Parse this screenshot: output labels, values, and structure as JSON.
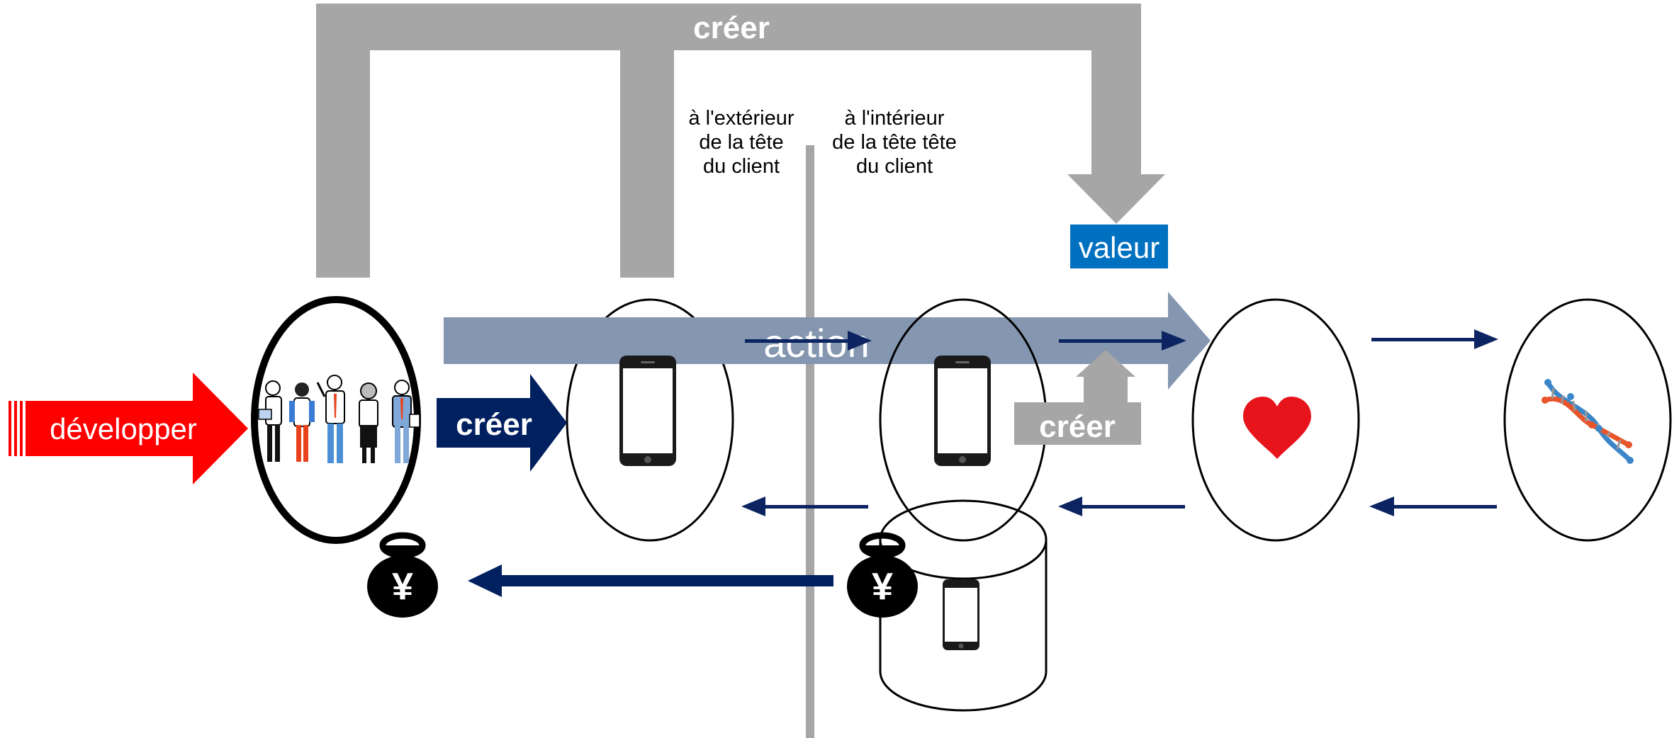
{
  "labels": {
    "creer_top": "créer",
    "outside": [
      "à l'extérieur",
      "de la tête",
      "du client"
    ],
    "inside": [
      "à l'intérieur",
      "de la tête tête",
      "du client"
    ],
    "valeur": "valeur",
    "action": "action",
    "developper": "développer",
    "creer_navy": "créer",
    "creer_gray": "créer",
    "yen_symbol": "¥"
  },
  "colors": {
    "gray": "#a6a6a6",
    "navy": "#002060",
    "navy_thin": "#0c2461",
    "red": "#ff0000",
    "action_blue": "#8496b0",
    "valeur_blue": "#0070c0",
    "heart": "#e8141c",
    "divider": "#a6a6a6",
    "bag": "#000000"
  },
  "icons": {
    "people": "team-of-people-icon",
    "phone": "smartphone-icon",
    "heart": "heart-icon",
    "dna": "dna-helix-icon",
    "money_bag": "yen-money-bag-icon"
  }
}
